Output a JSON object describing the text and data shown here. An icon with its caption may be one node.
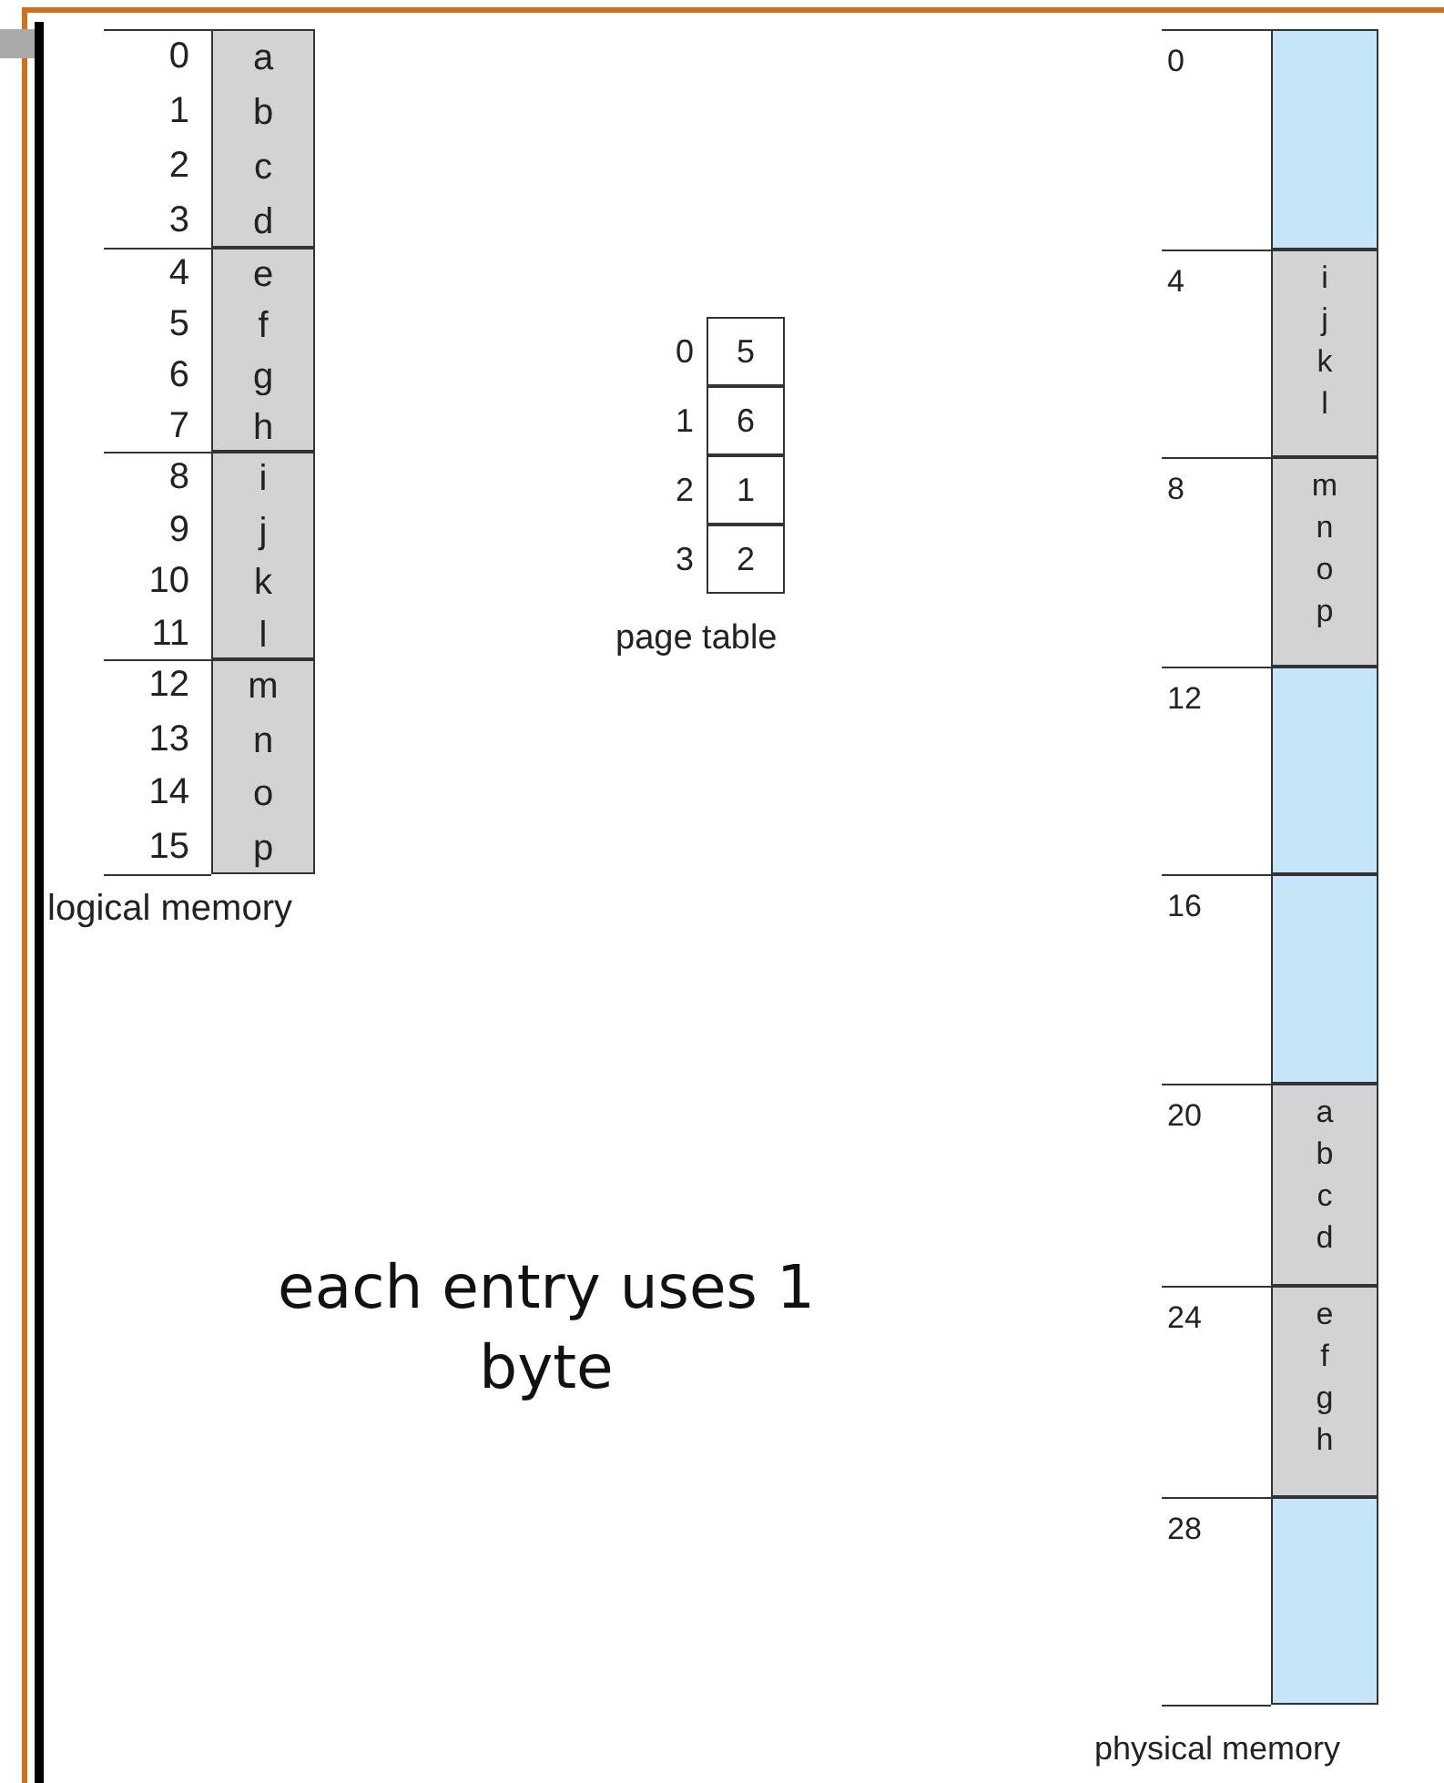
{
  "diagram": {
    "nodes": [
      {
        "text": [
          "a",
          "b",
          "c",
          "d"
        ],
        "beside": [
          "0",
          "1",
          "2",
          "3"
        ]
      },
      {
        "text": [
          "e",
          "f",
          "g",
          "h"
        ],
        "beside": [
          "4",
          "5",
          "6",
          "7"
        ]
      },
      {
        "text": [
          "i",
          "j",
          "k",
          "l"
        ],
        "beside": [
          "8",
          "9",
          "10",
          "11"
        ]
      },
      {
        "text": [
          "m",
          "n",
          "o",
          "p"
        ],
        "beside": [
          "12",
          "13",
          "14",
          "15"
        ]
      },
      {
        "text": [
          "5"
        ],
        "beside": [
          "0"
        ]
      },
      {
        "text": [
          "6"
        ],
        "beside": [
          "1"
        ]
      },
      {
        "text": [
          "1"
        ],
        "beside": [
          "2"
        ]
      },
      {
        "text": [
          "2"
        ],
        "beside": [
          "3"
        ]
      },
      {
        "text": [],
        "shape": "box",
        "beside": [
          "0"
        ]
      },
      {
        "text": [
          "i",
          "j",
          "k",
          "l"
        ],
        "beside": [
          "4"
        ]
      },
      {
        "text": [
          "m",
          "n",
          "o",
          "p"
        ],
        "beside": [
          "8"
        ]
      },
      {
        "text": [],
        "shape": "box",
        "beside": [
          "12"
        ]
      },
      {
        "text": [],
        "shape": "box",
        "beside": [
          "16"
        ]
      },
      {
        "text": [
          "a",
          "b",
          "c",
          "d"
        ],
        "beside": [
          "20"
        ]
      },
      {
        "text": [
          "e",
          "f",
          "g",
          "h"
        ],
        "beside": [
          "24"
        ]
      },
      {
        "text": [],
        "shape": "box",
        "beside": [
          "28"
        ]
      }
    ],
    "labels": [
      "logical memory",
      "page table",
      "physical memory",
      "each entry uses 1 byte"
    ]
  }
}
